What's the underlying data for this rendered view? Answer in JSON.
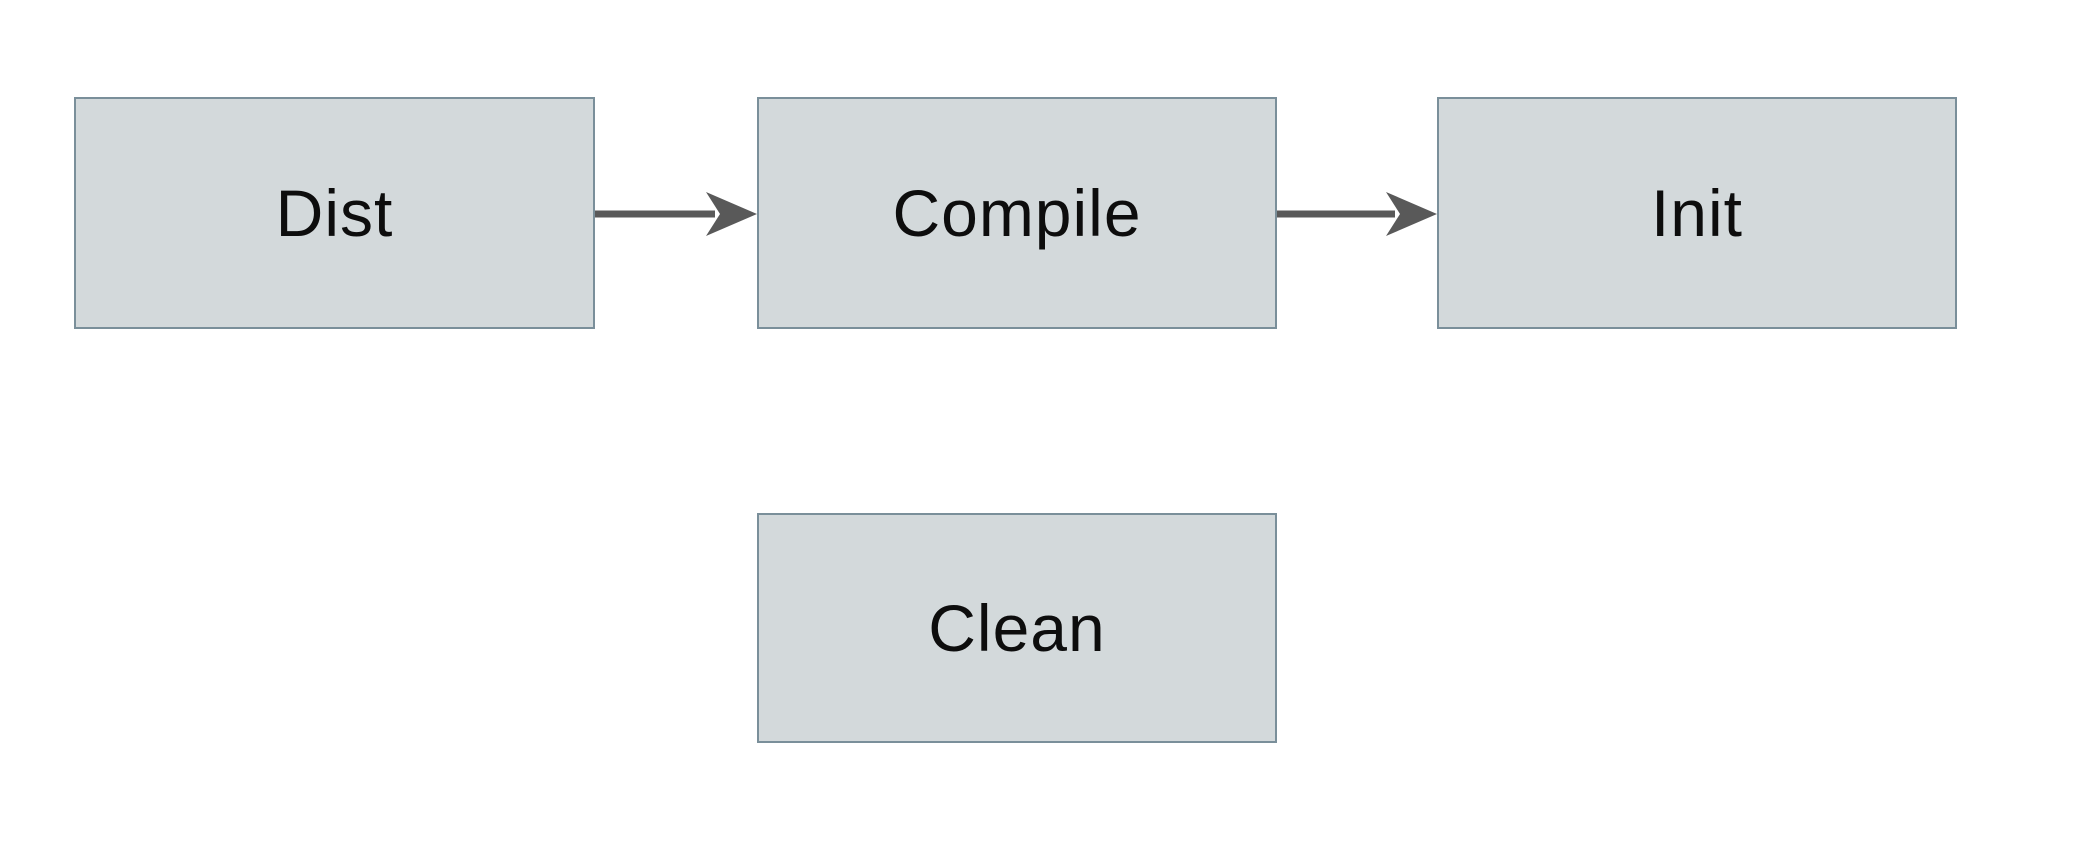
{
  "diagram": {
    "title": "build-targets-flowchart",
    "nodes": [
      {
        "id": "dist",
        "label": "Dist"
      },
      {
        "id": "compile",
        "label": "Compile"
      },
      {
        "id": "init",
        "label": "Init"
      },
      {
        "id": "clean",
        "label": "Clean"
      }
    ],
    "edges": [
      {
        "from": "dist",
        "to": "compile",
        "style": "arrow-right"
      },
      {
        "from": "compile",
        "to": "init",
        "style": "arrow-right"
      }
    ]
  },
  "theme": {
    "canvas_bg": "#ffffff",
    "node_fill": "#d3d9db",
    "node_border": "#7a8f9a",
    "arrow_color": "#595959",
    "text_color": "#0d0d0d"
  }
}
